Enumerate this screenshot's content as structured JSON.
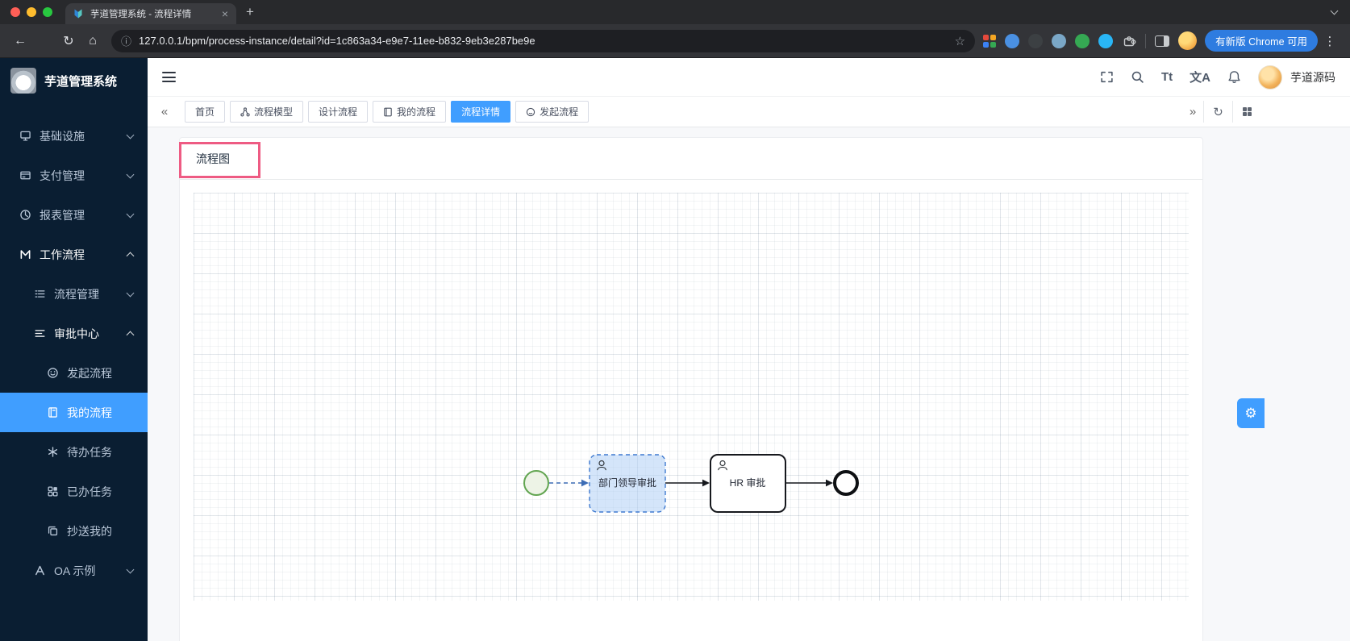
{
  "browser": {
    "tab_title": "芋道管理系统 - 流程详情",
    "url": "127.0.0.1/bpm/process-instance/detail?id=1c863a34-e9e7-11ee-b832-9eb3e287be9e",
    "update_chrome_label": "有新版 Chrome 可用"
  },
  "icons": {
    "close_tab": "×",
    "new_tab": "+",
    "back": "←",
    "reload": "↻",
    "home": "⌂",
    "site_info": "ⓘ",
    "bookmark_star": "☆",
    "kebab_menu": "⋮",
    "font_size": "Tt",
    "locale": "文A",
    "scroll_left": "«",
    "scroll_right": "»",
    "refresh_tag": "↻",
    "gear": "⚙"
  },
  "app": {
    "logo_title": "芋道管理系统",
    "username": "芋道源码"
  },
  "sidebar": {
    "items": [
      {
        "label": "基础设施"
      },
      {
        "label": "支付管理"
      },
      {
        "label": "报表管理"
      },
      {
        "label": "工作流程"
      },
      {
        "label": "流程管理"
      },
      {
        "label": "审批中心"
      },
      {
        "label": "发起流程"
      },
      {
        "label": "我的流程"
      },
      {
        "label": "待办任务"
      },
      {
        "label": "已办任务"
      },
      {
        "label": "抄送我的"
      },
      {
        "label": "OA 示例"
      }
    ]
  },
  "tagbar": {
    "tabs": [
      {
        "label": "首页",
        "active": false
      },
      {
        "label": "流程模型",
        "active": false
      },
      {
        "label": "设计流程",
        "active": false
      },
      {
        "label": "我的流程",
        "active": false
      },
      {
        "label": "流程详情",
        "active": true
      },
      {
        "label": "发起流程",
        "active": false
      }
    ]
  },
  "content": {
    "card_title": "流程图",
    "diagram": {
      "tasks": [
        {
          "label": "部门领导审批",
          "state": "current"
        },
        {
          "label": "HR 审批",
          "state": "pending"
        }
      ]
    }
  },
  "colors": {
    "primary": "#409eff",
    "sidebar_bg": "#0a1e32",
    "annotation": "#ee5b83",
    "start_event_stroke": "#62a551",
    "current_task_stroke": "#3f7ad0"
  }
}
